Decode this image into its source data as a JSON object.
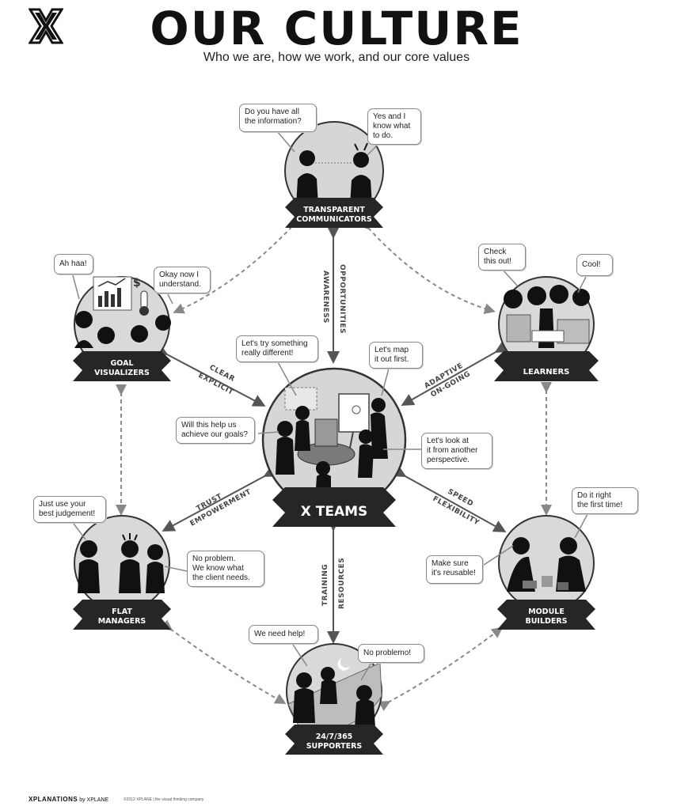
{
  "header": {
    "title": "OUR CULTURE",
    "subtitle": "Who we are, how we work, and our core values"
  },
  "nodes": {
    "transparent": {
      "line1": "TRANSPARENT",
      "line2": "COMMUNICATORS"
    },
    "goal": {
      "line1": "GOAL",
      "line2": "VISUALIZERS"
    },
    "learners": {
      "line1": "LEARNERS"
    },
    "xteams": {
      "line1": "X TEAMS"
    },
    "flat": {
      "line1": "FLAT",
      "line2": "MANAGERS"
    },
    "module": {
      "line1": "MODULE",
      "line2": "BUILDERS"
    },
    "supporters": {
      "line1": "24/7/365",
      "line2": "SUPPORTERS"
    }
  },
  "connectors": {
    "top_vertical": {
      "a": "OPPORTUNITIES",
      "b": "AWARENESS"
    },
    "upper_left": {
      "a": "CLEAR",
      "b": "EXPLICIT"
    },
    "upper_right": {
      "a": "ADAPTIVE",
      "b": "ON-GOING"
    },
    "lower_left": {
      "a": "TRUST",
      "b": "EMPOWERMENT"
    },
    "lower_right": {
      "a": "SPEED",
      "b": "FLEXIBILITY"
    },
    "bottom_vertical": {
      "a": "TRAINING",
      "b": "RESOURCES"
    }
  },
  "bubbles": {
    "info": [
      "Do you have all",
      "the information?"
    ],
    "yes": [
      "Yes and I",
      "know what",
      "to do."
    ],
    "ahhaa": [
      "Ah haa!"
    ],
    "okay": [
      "Okay now I",
      "understand."
    ],
    "check": [
      "Check",
      "this out!"
    ],
    "cool": [
      "Cool!"
    ],
    "try": [
      "Let's try something",
      "really different!"
    ],
    "map": [
      "Let's map",
      "it out first."
    ],
    "help_goals": [
      "Will this help us",
      "achieve our goals?"
    ],
    "perspective": [
      "Let's look at",
      "it from another",
      "perspective."
    ],
    "judgement": [
      "Just use your",
      "best judgement!"
    ],
    "noproblem": [
      "No problem.",
      "We know what",
      "the client needs."
    ],
    "reusable": [
      "Make sure",
      "it's reusable!"
    ],
    "right": [
      "Do it right",
      "the first time!"
    ],
    "need_help": [
      "We need help!"
    ],
    "problemo": [
      "No problemo!"
    ]
  },
  "footer": {
    "brand": "XPLANATIONS",
    "by": "by XPLANE",
    "copyright": "©2012 XPLANE | the visual thinking company"
  },
  "colors": {
    "ink": "#1a1a1a",
    "circle_fill": "#d9d9d9",
    "circle_stroke": "#3a3a3a",
    "banner": "#262626",
    "connector": "#6e6e6e"
  }
}
